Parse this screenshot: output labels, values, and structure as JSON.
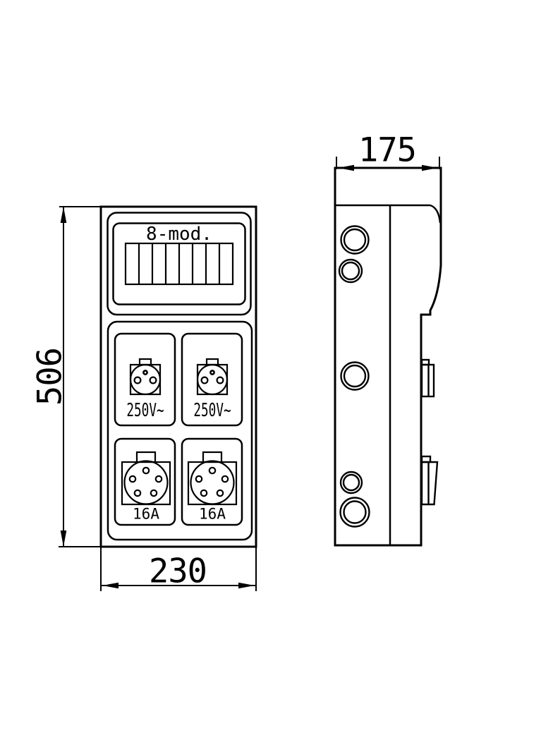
{
  "colors": {
    "background": "#ffffff",
    "line": "#000000"
  },
  "front_view": {
    "module_window": {
      "label": "8-mod.",
      "module_count": 8
    },
    "sockets": [
      {
        "type": "schuko-socket",
        "label": "250V~"
      },
      {
        "type": "schuko-socket",
        "label": "250V~"
      },
      {
        "type": "cee-socket",
        "label": "16A"
      },
      {
        "type": "cee-socket",
        "label": "16A"
      }
    ],
    "dimensions": {
      "height": "506",
      "width": "230"
    }
  },
  "side_view": {
    "dimensions": {
      "depth": "175"
    }
  }
}
